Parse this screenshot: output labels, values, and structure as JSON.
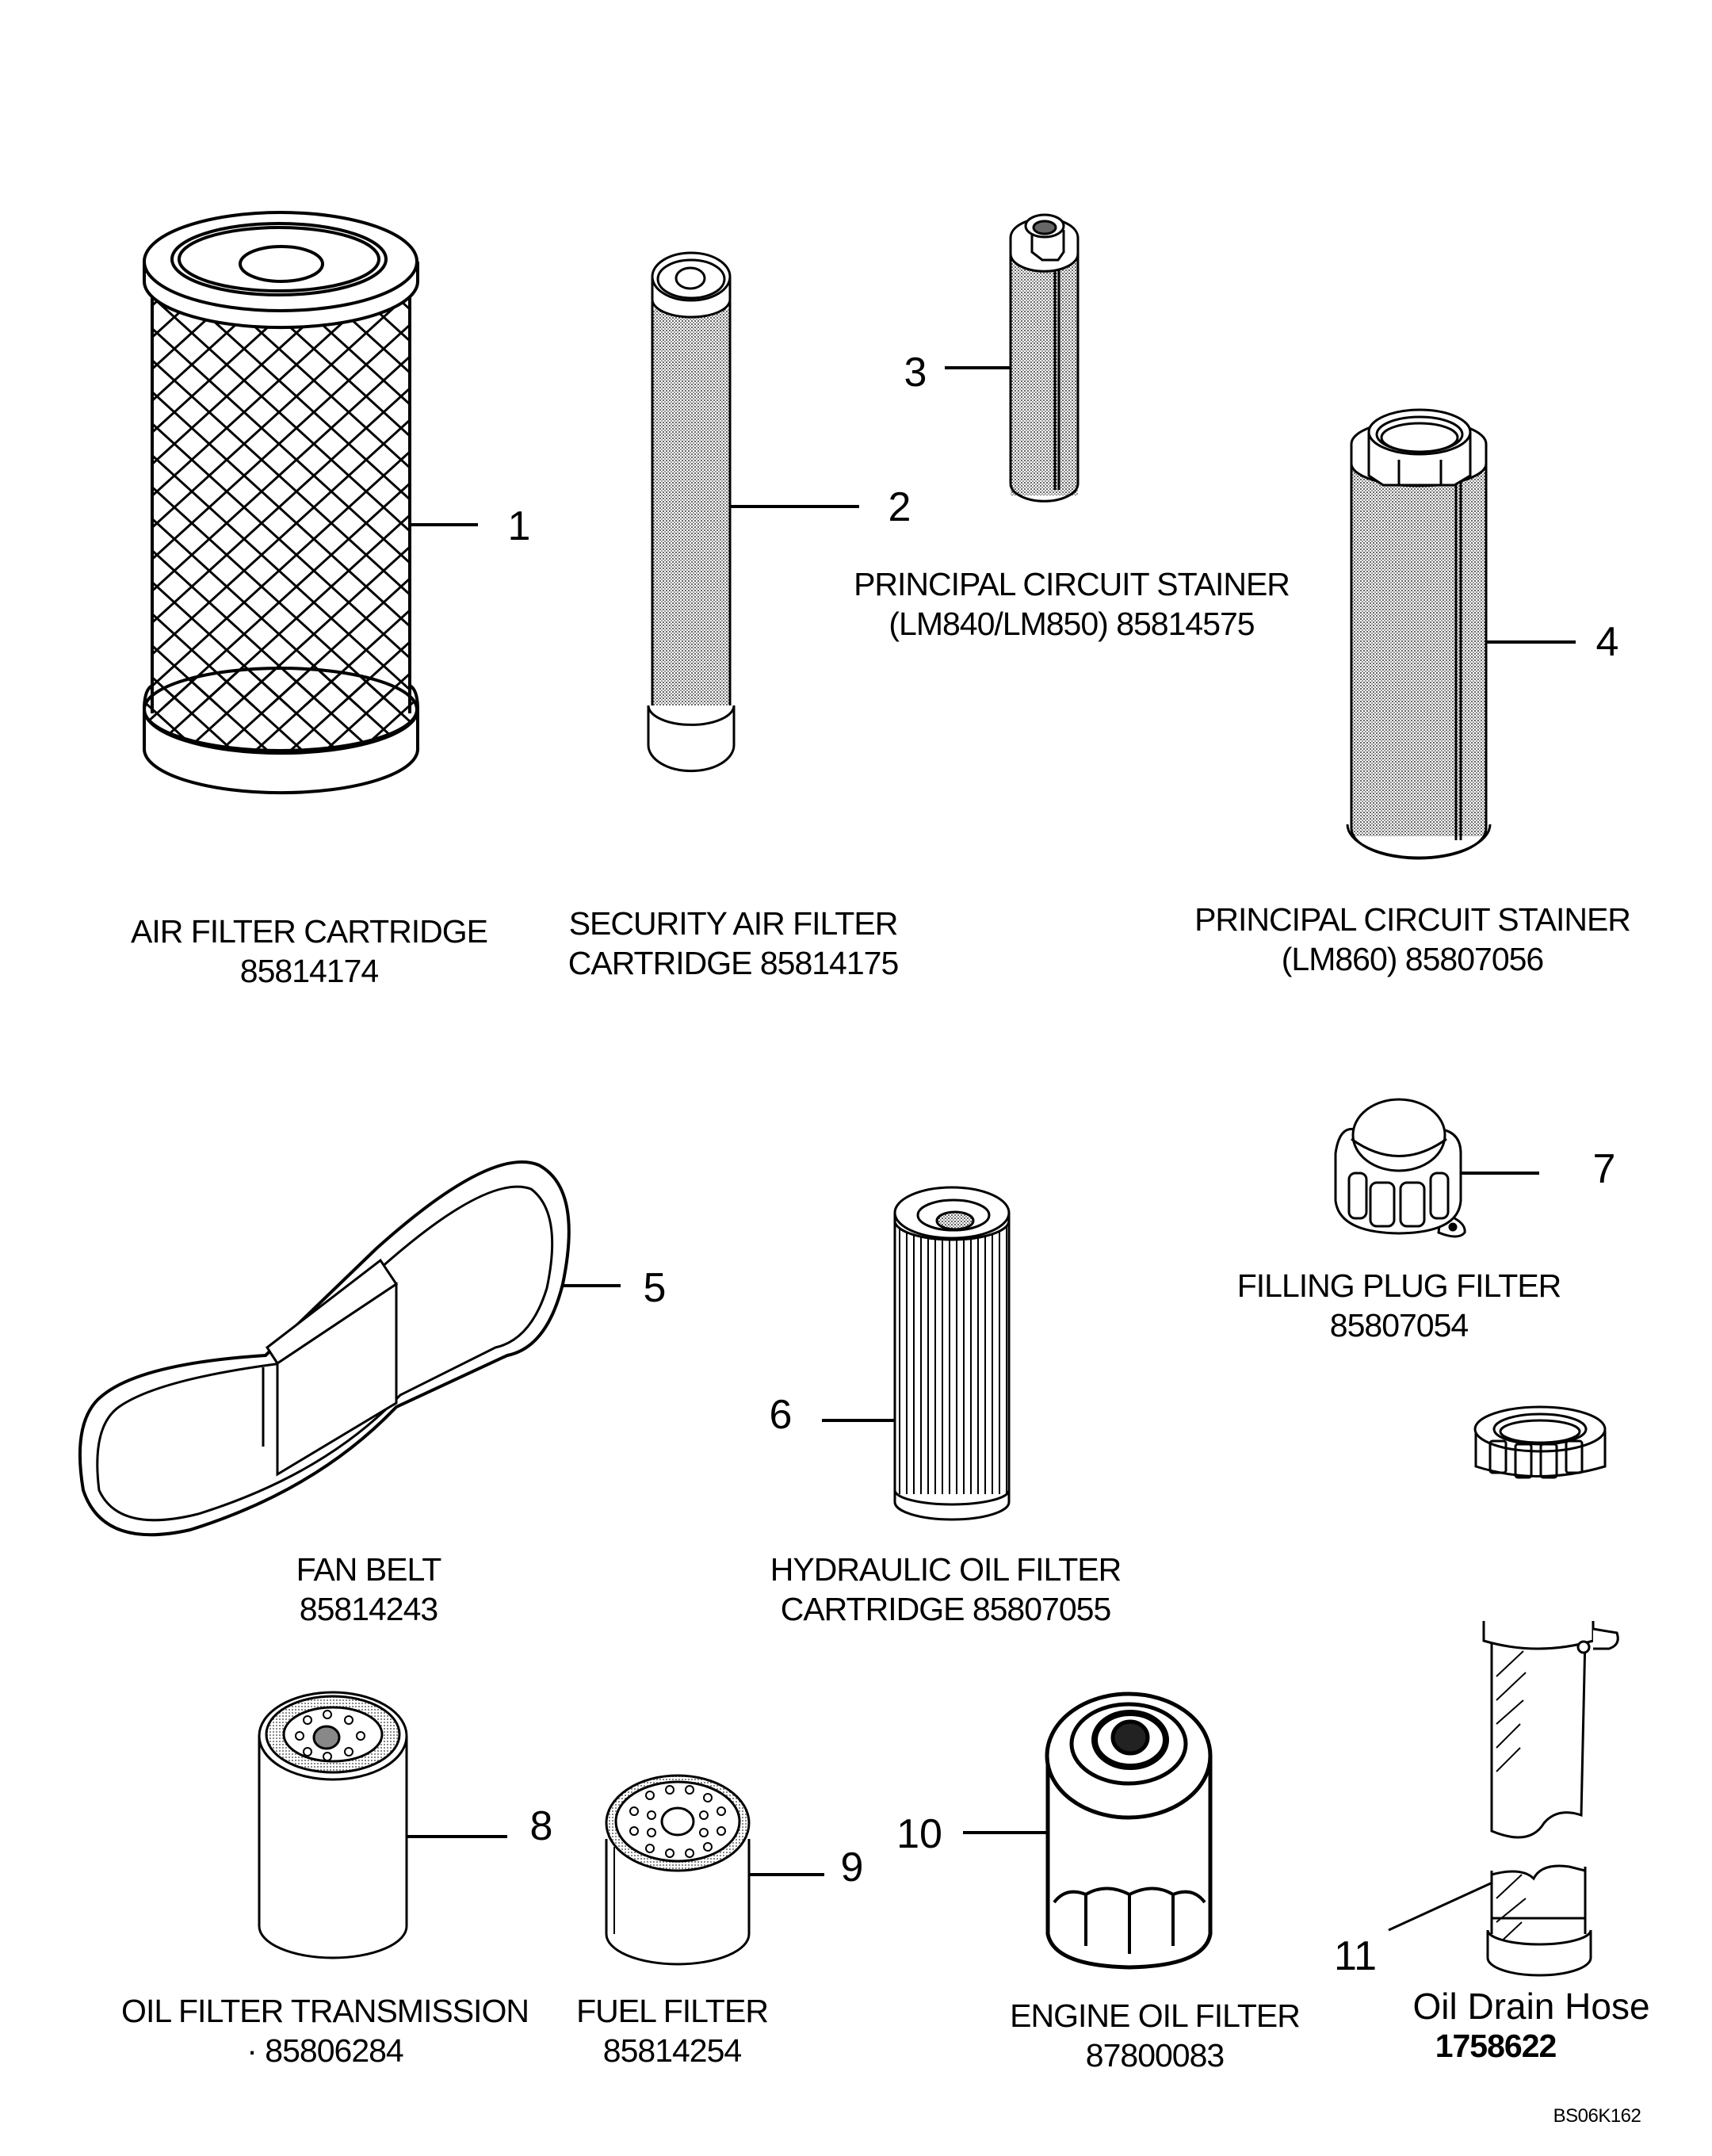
{
  "diagram": {
    "reference_code": "BS06K162",
    "parts": [
      {
        "callout": "1",
        "name": "AIR FILTER CARTRIDGE",
        "part_number": "85814174",
        "label_lines": [
          "AIR FILTER CARTRIDGE",
          "85814174"
        ]
      },
      {
        "callout": "2",
        "name": "SECURITY AIR FILTER CARTRIDGE",
        "part_number": "85814175",
        "label_lines": [
          "SECURITY AIR FILTER",
          "CARTRIDGE 85814175"
        ]
      },
      {
        "callout": "3",
        "name": "PRINCIPAL CIRCUIT STAINER (LM840/LM850)",
        "part_number": "85814575",
        "label_lines": [
          "PRINCIPAL CIRCUIT STAINER",
          "(LM840/LM850) 85814575"
        ]
      },
      {
        "callout": "4",
        "name": "PRINCIPAL CIRCUIT STAINER (LM860)",
        "part_number": "85807056",
        "label_lines": [
          "PRINCIPAL CIRCUIT STAINER",
          "(LM860) 85807056"
        ]
      },
      {
        "callout": "5",
        "name": "FAN BELT",
        "part_number": "85814243",
        "label_lines": [
          "FAN BELT",
          "85814243"
        ]
      },
      {
        "callout": "6",
        "name": "HYDRAULIC OIL FILTER CARTRIDGE",
        "part_number": "85807055",
        "label_lines": [
          "HYDRAULIC OIL FILTER",
          "CARTRIDGE 85807055"
        ]
      },
      {
        "callout": "7",
        "name": "FILLING PLUG FILTER",
        "part_number": "85807054",
        "label_lines": [
          "FILLING PLUG FILTER",
          "85807054"
        ]
      },
      {
        "callout": "8",
        "name": "OIL FILTER TRANSMISSION",
        "part_number": "85806284",
        "label_lines": [
          "OIL FILTER TRANSMISSION",
          "· 85806284"
        ]
      },
      {
        "callout": "9",
        "name": "FUEL FILTER",
        "part_number": "85814254",
        "label_lines": [
          "FUEL FILTER",
          "85814254"
        ]
      },
      {
        "callout": "10",
        "name": "ENGINE OIL FILTER",
        "part_number": "87800083",
        "label_lines": [
          "ENGINE OIL FILTER",
          "87800083"
        ]
      },
      {
        "callout": "11",
        "name": "Oil Drain Hose",
        "part_number": "1758622",
        "label_lines": [
          "Oil Drain Hose",
          "1758622"
        ]
      }
    ]
  }
}
